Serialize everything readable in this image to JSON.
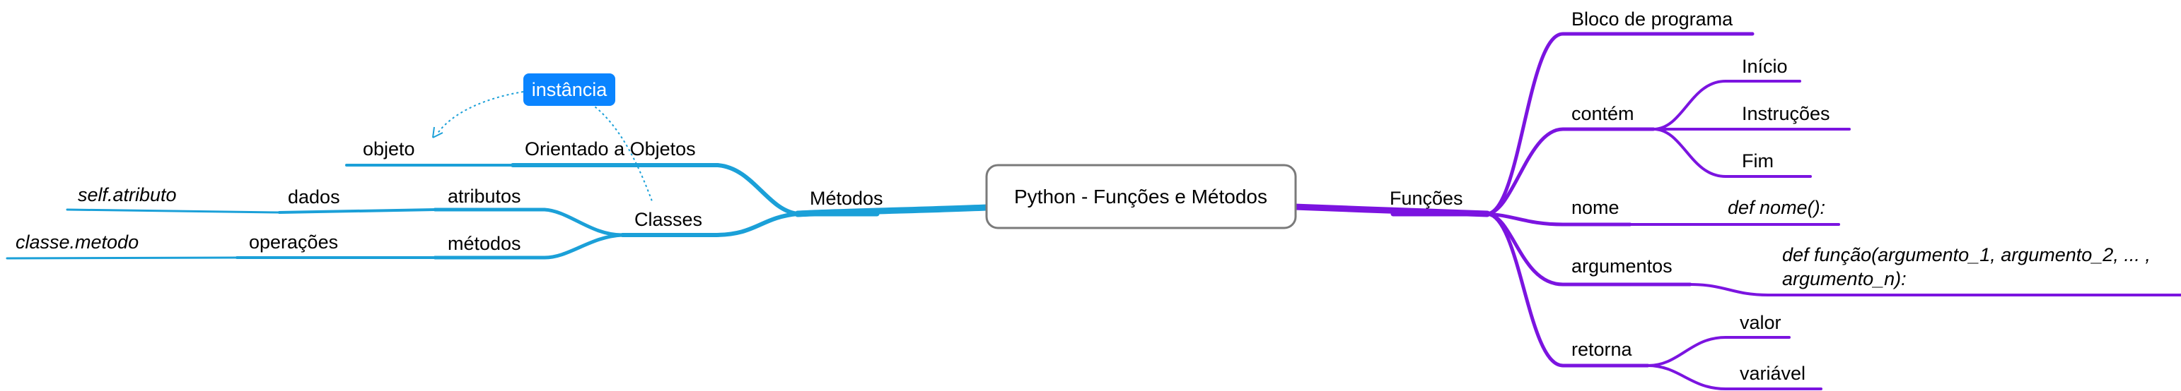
{
  "central_topic": "Python - Funções e Métodos",
  "colors": {
    "metodos_branch": "#1ba0d8",
    "funcoes_branch": "#7b14e0",
    "callout": "#0a84ff",
    "central_border": "#7a7a7a"
  },
  "funcoes": {
    "label": "Funções",
    "bloco": "Bloco de programa",
    "contem": {
      "label": "contém",
      "items": [
        "Início",
        "Instruções",
        "Fim"
      ]
    },
    "nome": {
      "label": "nome",
      "detail": "def nome():"
    },
    "argumentos": {
      "label": "argumentos",
      "detail_line1": "def função(argumento_1, argumento_2, ... ,",
      "detail_line2": "argumento_n):"
    },
    "retorna": {
      "label": "retorna",
      "items": [
        "valor",
        "variável"
      ]
    }
  },
  "metodos": {
    "label": "Métodos",
    "orientado": "Orientado a Objetos",
    "objeto": "objeto",
    "classes": "Classes",
    "instancia": "instância",
    "atributos": {
      "label": "atributos",
      "dados": "dados",
      "detail": "self.atributo"
    },
    "metodos_sub": {
      "label": "métodos",
      "operacoes": "operações",
      "detail": "classe.metodo"
    }
  }
}
